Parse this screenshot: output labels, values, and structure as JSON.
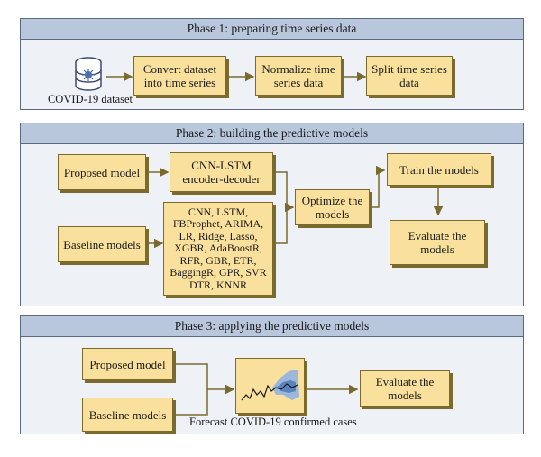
{
  "phase1": {
    "title": "Phase 1: preparing time series data",
    "dataset_label": "COVID-19 dataset",
    "steps": [
      "Convert dataset into time series",
      "Normalize time series data",
      "Split time series data"
    ]
  },
  "phase2": {
    "title": "Phase 2: building the predictive models",
    "proposed": "Proposed model",
    "baseline": "Baseline models",
    "encoder": "CNN-LSTM encoder-decoder",
    "baseline_list": "CNN, LSTM, FBProphet, ARIMA, LR, Ridge, Lasso, XGBR, AdaBoostR, RFR, GBR, ETR, BaggingR, GPR, SVR DTR, KNNR",
    "optimize": "Optimize the models",
    "train": "Train the models",
    "evaluate": "Evaluate the models"
  },
  "phase3": {
    "title": "Phase 3: applying the predictive models",
    "proposed": "Proposed model",
    "baseline": "Baseline models",
    "forecast_label": "Forecast COVID-19 confirmed cases",
    "evaluate": "Evaluate the models"
  },
  "colors": {
    "box_fill": "#f9e19d",
    "box_border": "#7a6a2e",
    "header": "#b9c7dd",
    "panel": "#eef1f6"
  }
}
